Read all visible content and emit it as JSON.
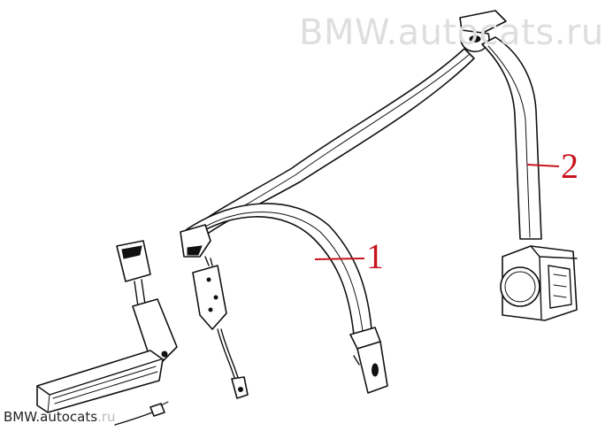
{
  "watermark": {
    "text": "BMW.autocats.ru"
  },
  "footer": {
    "brand": "BMW.",
    "site": "autocats",
    "tld": ".ru"
  },
  "callouts": [
    {
      "id": "1",
      "label": "1"
    },
    {
      "id": "2",
      "label": "2"
    }
  ],
  "colors": {
    "callout": "#c8141e",
    "ink": "#111111",
    "watermark": "#dedede"
  }
}
